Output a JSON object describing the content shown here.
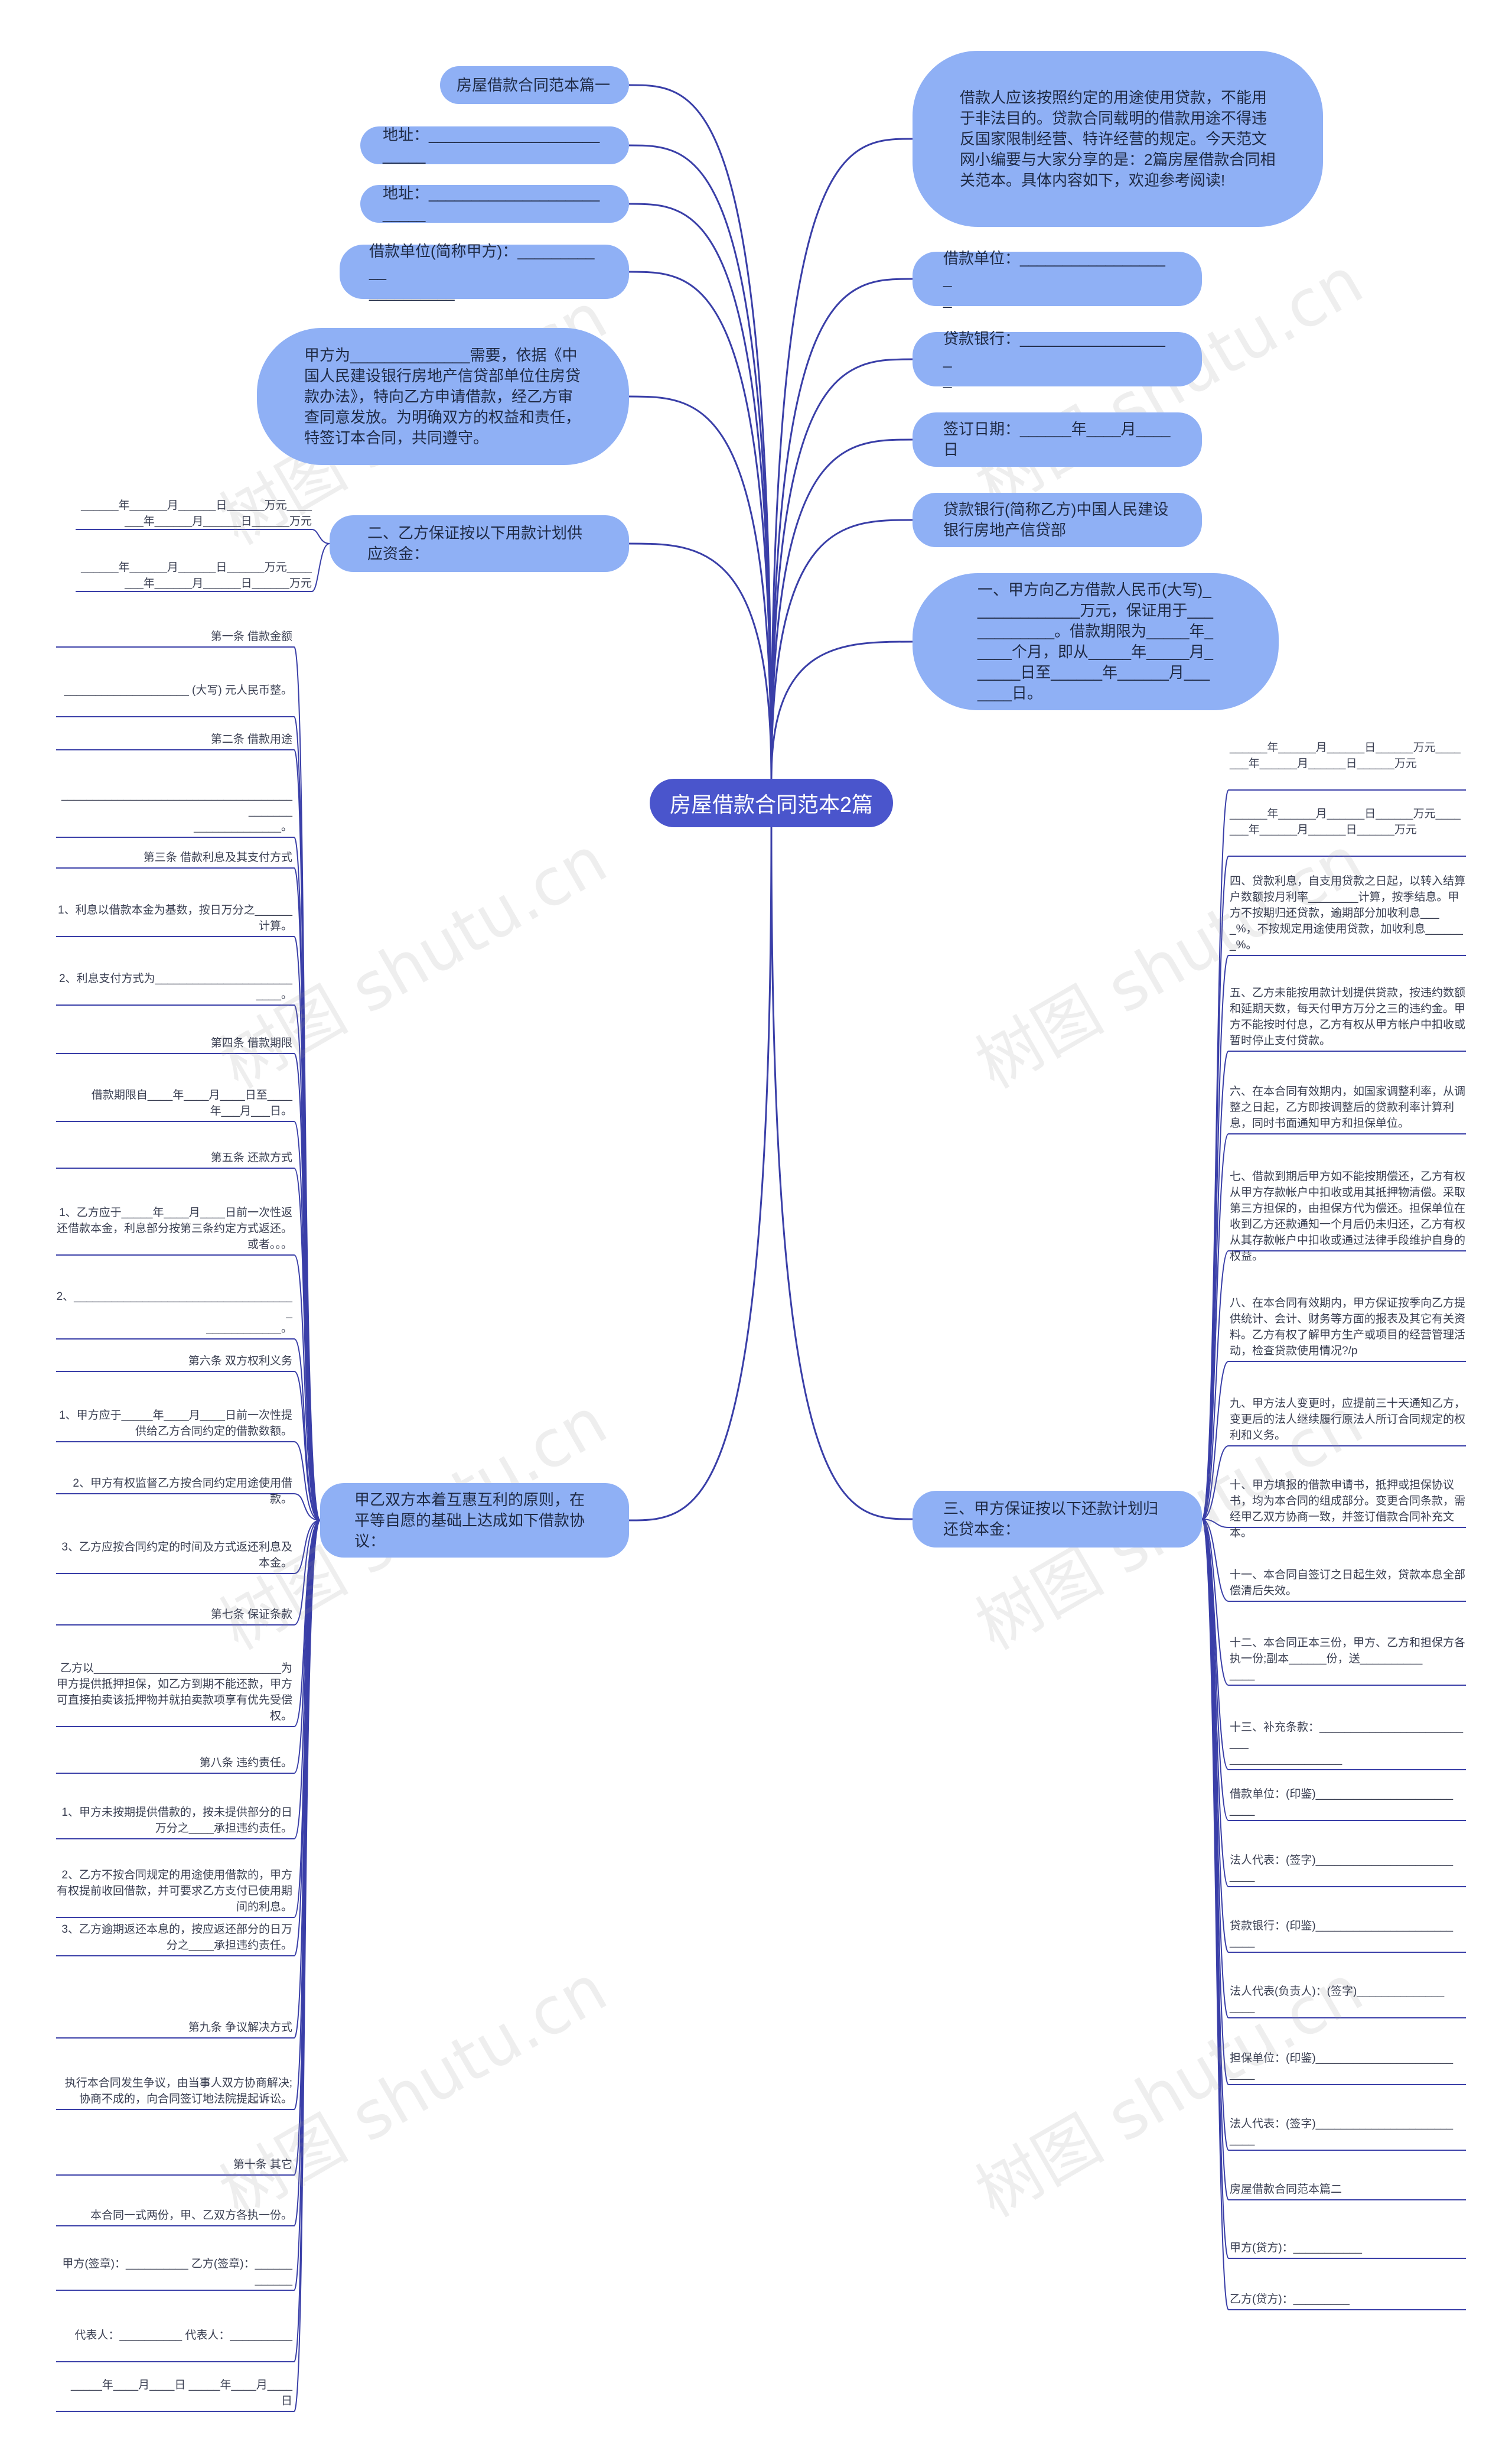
{
  "center": "房屋借款合同范本2篇",
  "left_nodes": [
    {
      "id": "l1",
      "text": "房屋借款合同范本篇一"
    },
    {
      "id": "l2",
      "text": "地址：_________________________"
    },
    {
      "id": "l3",
      "text": "地址：_________________________"
    },
    {
      "id": "l4",
      "text": "借款单位(简称甲方)：___________\n__________"
    },
    {
      "id": "l5",
      "text": "甲方为______________需要，依据《中国人民建设银行房地产信贷部单位住房贷款办法》，特向乙方申请借款，经乙方审查同意发放。为明确双方的权益和责任，特签订本合同，共同遵守。"
    },
    {
      "id": "l6",
      "text": "二、乙方保证按以下用款计划供应资金："
    },
    {
      "id": "l7",
      "text": "甲乙双方本着互惠互利的原则，在平等自愿的基础上达成如下借款协议："
    }
  ],
  "right_nodes": [
    {
      "id": "r1",
      "text": "借款人应该按照约定的用途使用贷款，不能用于非法目的。贷款合同载明的借款用途不得违反国家限制经营、特许经营的规定。今天范文网小编要与大家分享的是：2篇房屋借款合同相关范本。具体内容如下，欢迎参考阅读!"
    },
    {
      "id": "r2",
      "text": "借款单位：__________________\n_"
    },
    {
      "id": "r3",
      "text": "贷款银行：__________________\n_"
    },
    {
      "id": "r4",
      "text": "签订日期：______年____月____\n日"
    },
    {
      "id": "r5",
      "text": "贷款银行(简称乙方)中国人民建设银行房地产信贷部"
    },
    {
      "id": "r6",
      "text": "一、甲方向乙方借款人民币(大写)_____________万元，保证用于____________。借款期限为_____年_____个月，即从_____年_____月______日至______年______月_______日。"
    },
    {
      "id": "r7",
      "text": "三、甲方保证按以下还款计划归还贷本金："
    }
  ],
  "l6_leaves": [
    "______年______月______日______万元____\n___年______月______日______万元",
    "______年______月______日______万元____\n___年______月______日______万元"
  ],
  "l7_leaves": [
    "第一条 借款金额",
    "____________________ (大写) 元人民币整。",
    "第二条 借款用途",
    "____________________________________________\n______________。",
    "第三条 借款利息及其支付方式",
    "1、利息以借款本金为基数，按日万分之______计算。",
    "2、利息支付方式为______________________\n____。",
    "第四条 借款期限",
    "借款期限自____年____月____日至____\n年___月___日。",
    "第五条 还款方式",
    "1、乙方应于_____年____月____日前一次性返还借款本金，利息部分按第三条约定方式返还。或者。。。",
    "2、____________________________________\n____________。",
    "第六条 双方权利义务",
    "1、甲方应于_____年____月____日前一次性提供给乙方合同约定的借款数额。",
    "2、甲方有权监督乙方按合同约定用途使用借款。",
    "3、乙方应按合同约定的时间及方式返还利息及本金。",
    "第七条 保证条款",
    "乙方以______________________________为甲方提供抵押担保，如乙方到期不能还款，甲方可直接拍卖该抵押物并就拍卖款项享有优先受偿权。",
    "第八条 违约责任。",
    "1、甲方未按期提供借款的，按未提供部分的日万分之____承担违约责任。",
    "2、乙方不按合同规定的用途使用借款的，甲方有权提前收回借款，并可要求乙方支付已使用期间的利息。",
    "3、乙方逾期返还本息的，按应返还部分的日万分之____承担违约责任。",
    "第九条 争议解决方式",
    "执行本合同发生争议，由当事人双方协商解决;协商不成的，向合同签订地法院提起诉讼。",
    "第十条 其它",
    "本合同一式两份，甲、乙双方各执一份。",
    "甲方(签章)：__________ 乙方(签章)：______\n______",
    "代表人：__________ 代表人：__________",
    "_____年____月____日 _____年____月____\n日"
  ],
  "r7_leaves": [
    "______年______月______日______万元____\n___年______月______日______万元",
    "______年______月______日______万元____\n___年______月______日______万元",
    "四、贷款利息，自支用贷款之日起，以转入结算户数额按月利率________计算，按季结息。甲方不按期归还贷款，逾期部分加收利息____%，不按规定用途使用贷款，加收利息_______%。",
    "五、乙方未能按用款计划提供贷款，按违约数额和延期天数，每天付甲方万分之三的违约金。甲方不能按时付息，乙方有权从甲方帐户中扣收或暂时停止支付贷款。",
    "六、在本合同有效期内，如国家调整利率，从调整之日起，乙方即按调整后的贷款利率计算利息，同时书面通知甲方和担保单位。",
    "七、借款到期后甲方如不能按期偿还，乙方有权从甲方存款帐户中扣收或用其抵押物清偿。采取第三方担保的，由担保方代为偿还。担保单位在收到乙方还款通知一个月后仍未归还，乙方有权从其存款帐户中扣收或通过法律手段维护自身的权益。",
    "八、在本合同有效期内，甲方保证按季向乙方提供统计、会计、财务等方面的报表及其它有关资料。乙方有权了解甲方生产或项目的经营管理活动，检查贷款使用情况?/p",
    "九、甲方法人变更时，应提前三十天通知乙方，变更后的法人继续履行原法人所订合同规定的权利和义务。",
    "十、甲方填报的借款申请书，抵押或担保协议书，均为本合同的组成部分。变更合同条款，需经甲乙双方协商一致，并签订借款合同补充文本。",
    "十一、本合同自签订之日起生效，贷款本息全部偿清后失效。",
    "十二、本合同正本三份，甲方、乙方和担保方各执一份;副本______份，送__________\n____",
    "十三、补充条款：__________________________\n__________________",
    "借款单位：(印鉴)______________________\n____",
    "法人代表：(签字)______________________\n____",
    "贷款银行：(印鉴)______________________\n____",
    "法人代表(负责人)：(签字)______________\n____",
    "担保单位：(印鉴)______________________\n____",
    "法人代表：(签字)______________________\n____",
    "房屋借款合同范本篇二",
    "甲方(贷方)：___________",
    "乙方(贷方)：_________"
  ],
  "watermark": "树图 shutu.cn",
  "colors": {
    "node": "#8fb0f5",
    "center": "#4a55cc",
    "line": "#3a3fa8"
  }
}
